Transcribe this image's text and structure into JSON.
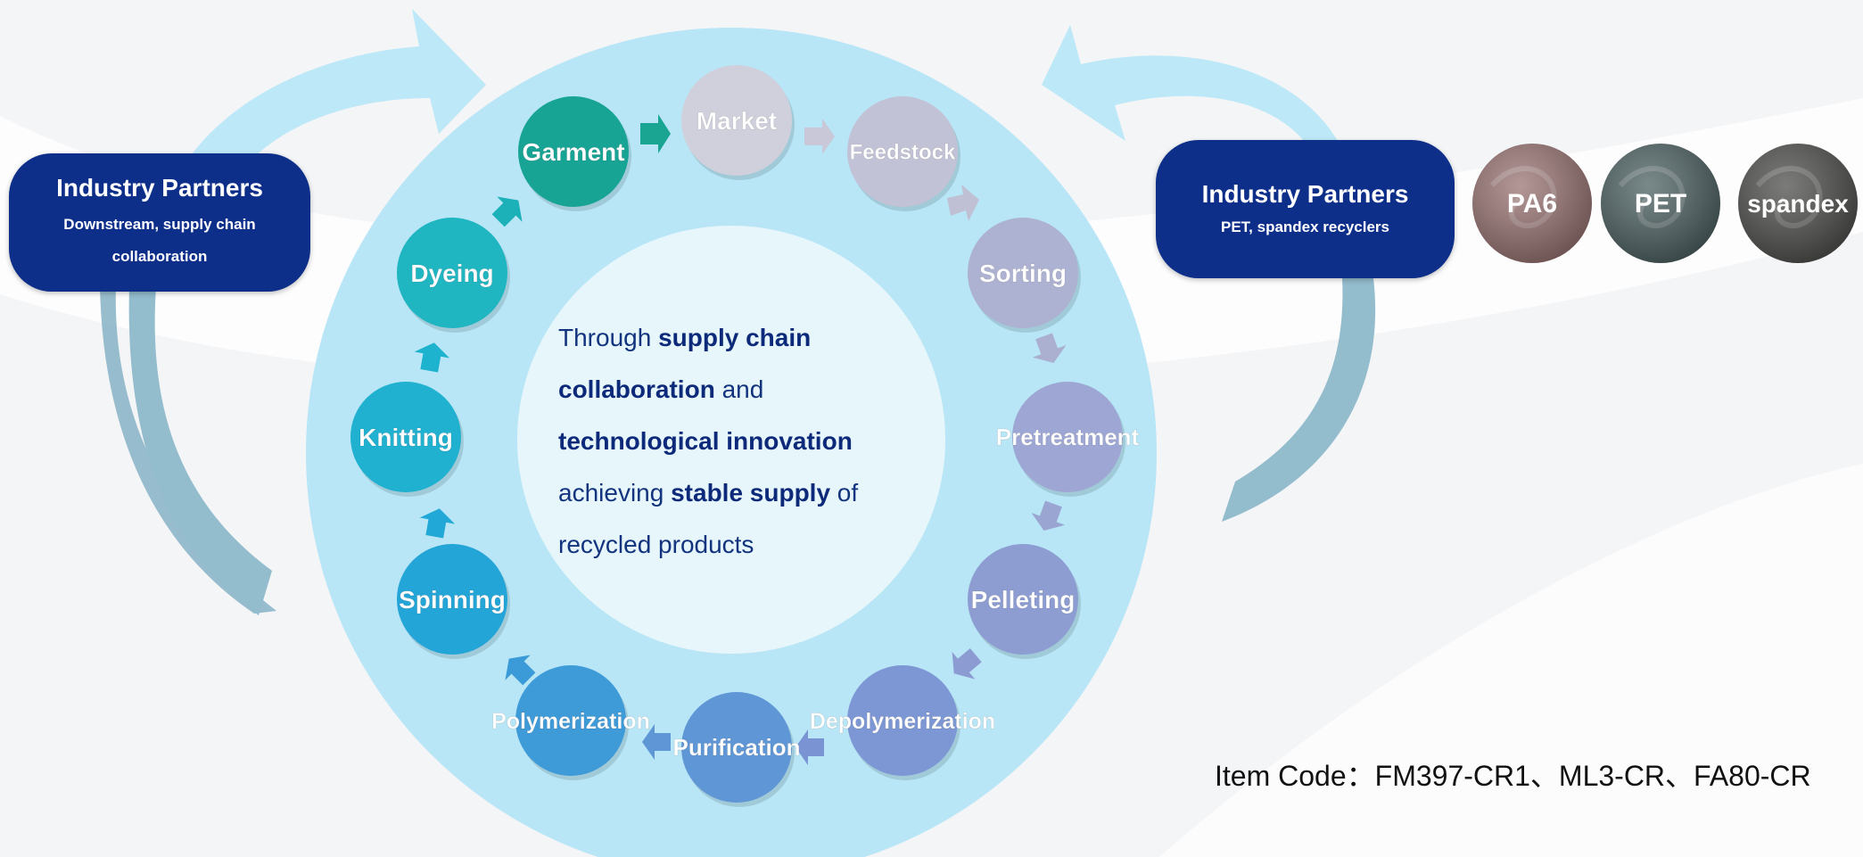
{
  "diagram": {
    "stages": [
      {
        "label": "Market",
        "color": "#cfd0dc"
      },
      {
        "label": "Feedstock",
        "color": "#c2c2d6"
      },
      {
        "label": "Sorting",
        "color": "#aeb2d2"
      },
      {
        "label": "Pretreatment",
        "color": "#9ea7d3"
      },
      {
        "label": "Pelleting",
        "color": "#8d9dd2"
      },
      {
        "label": "Depolymerization",
        "color": "#7c97d4"
      },
      {
        "label": "Purification",
        "color": "#5f97d6"
      },
      {
        "label": "Polymerization",
        "color": "#3f9ad8"
      },
      {
        "label": "Spinning",
        "color": "#24a5d7"
      },
      {
        "label": "Knitting",
        "color": "#1fb1cf"
      },
      {
        "label": "Dyeing",
        "color": "#1fb6c2"
      },
      {
        "label": "Garment",
        "color": "#18a495"
      }
    ],
    "center_text": {
      "p1": "Through ",
      "b1": "supply chain collaboration",
      "p2": " and ",
      "b2": "technological innovation",
      "p3": " achieving ",
      "b3": "stable supply",
      "p4": " of recycled products"
    }
  },
  "partner_left": {
    "title": "Industry Partners",
    "subtitle": "Downstream, supply chain collaboration"
  },
  "partner_right": {
    "title": "Industry Partners",
    "subtitle": "PET, spandex recyclers"
  },
  "fabrics": [
    {
      "label": "PA6",
      "color": "#9a7474"
    },
    {
      "label": "PET",
      "color": "#4d6162"
    },
    {
      "label": "spandex",
      "color": "#4f4f4c"
    }
  ],
  "item_code": {
    "label": "Item Code：",
    "codes": "FM397-CR1、ML3-CR、FA80-CR"
  },
  "colors": {
    "outer_ring": "#b8e6f6",
    "inner_circle": "#e6f6fb",
    "partner_box": "#0d2f8a",
    "center_text": "#12337d"
  }
}
